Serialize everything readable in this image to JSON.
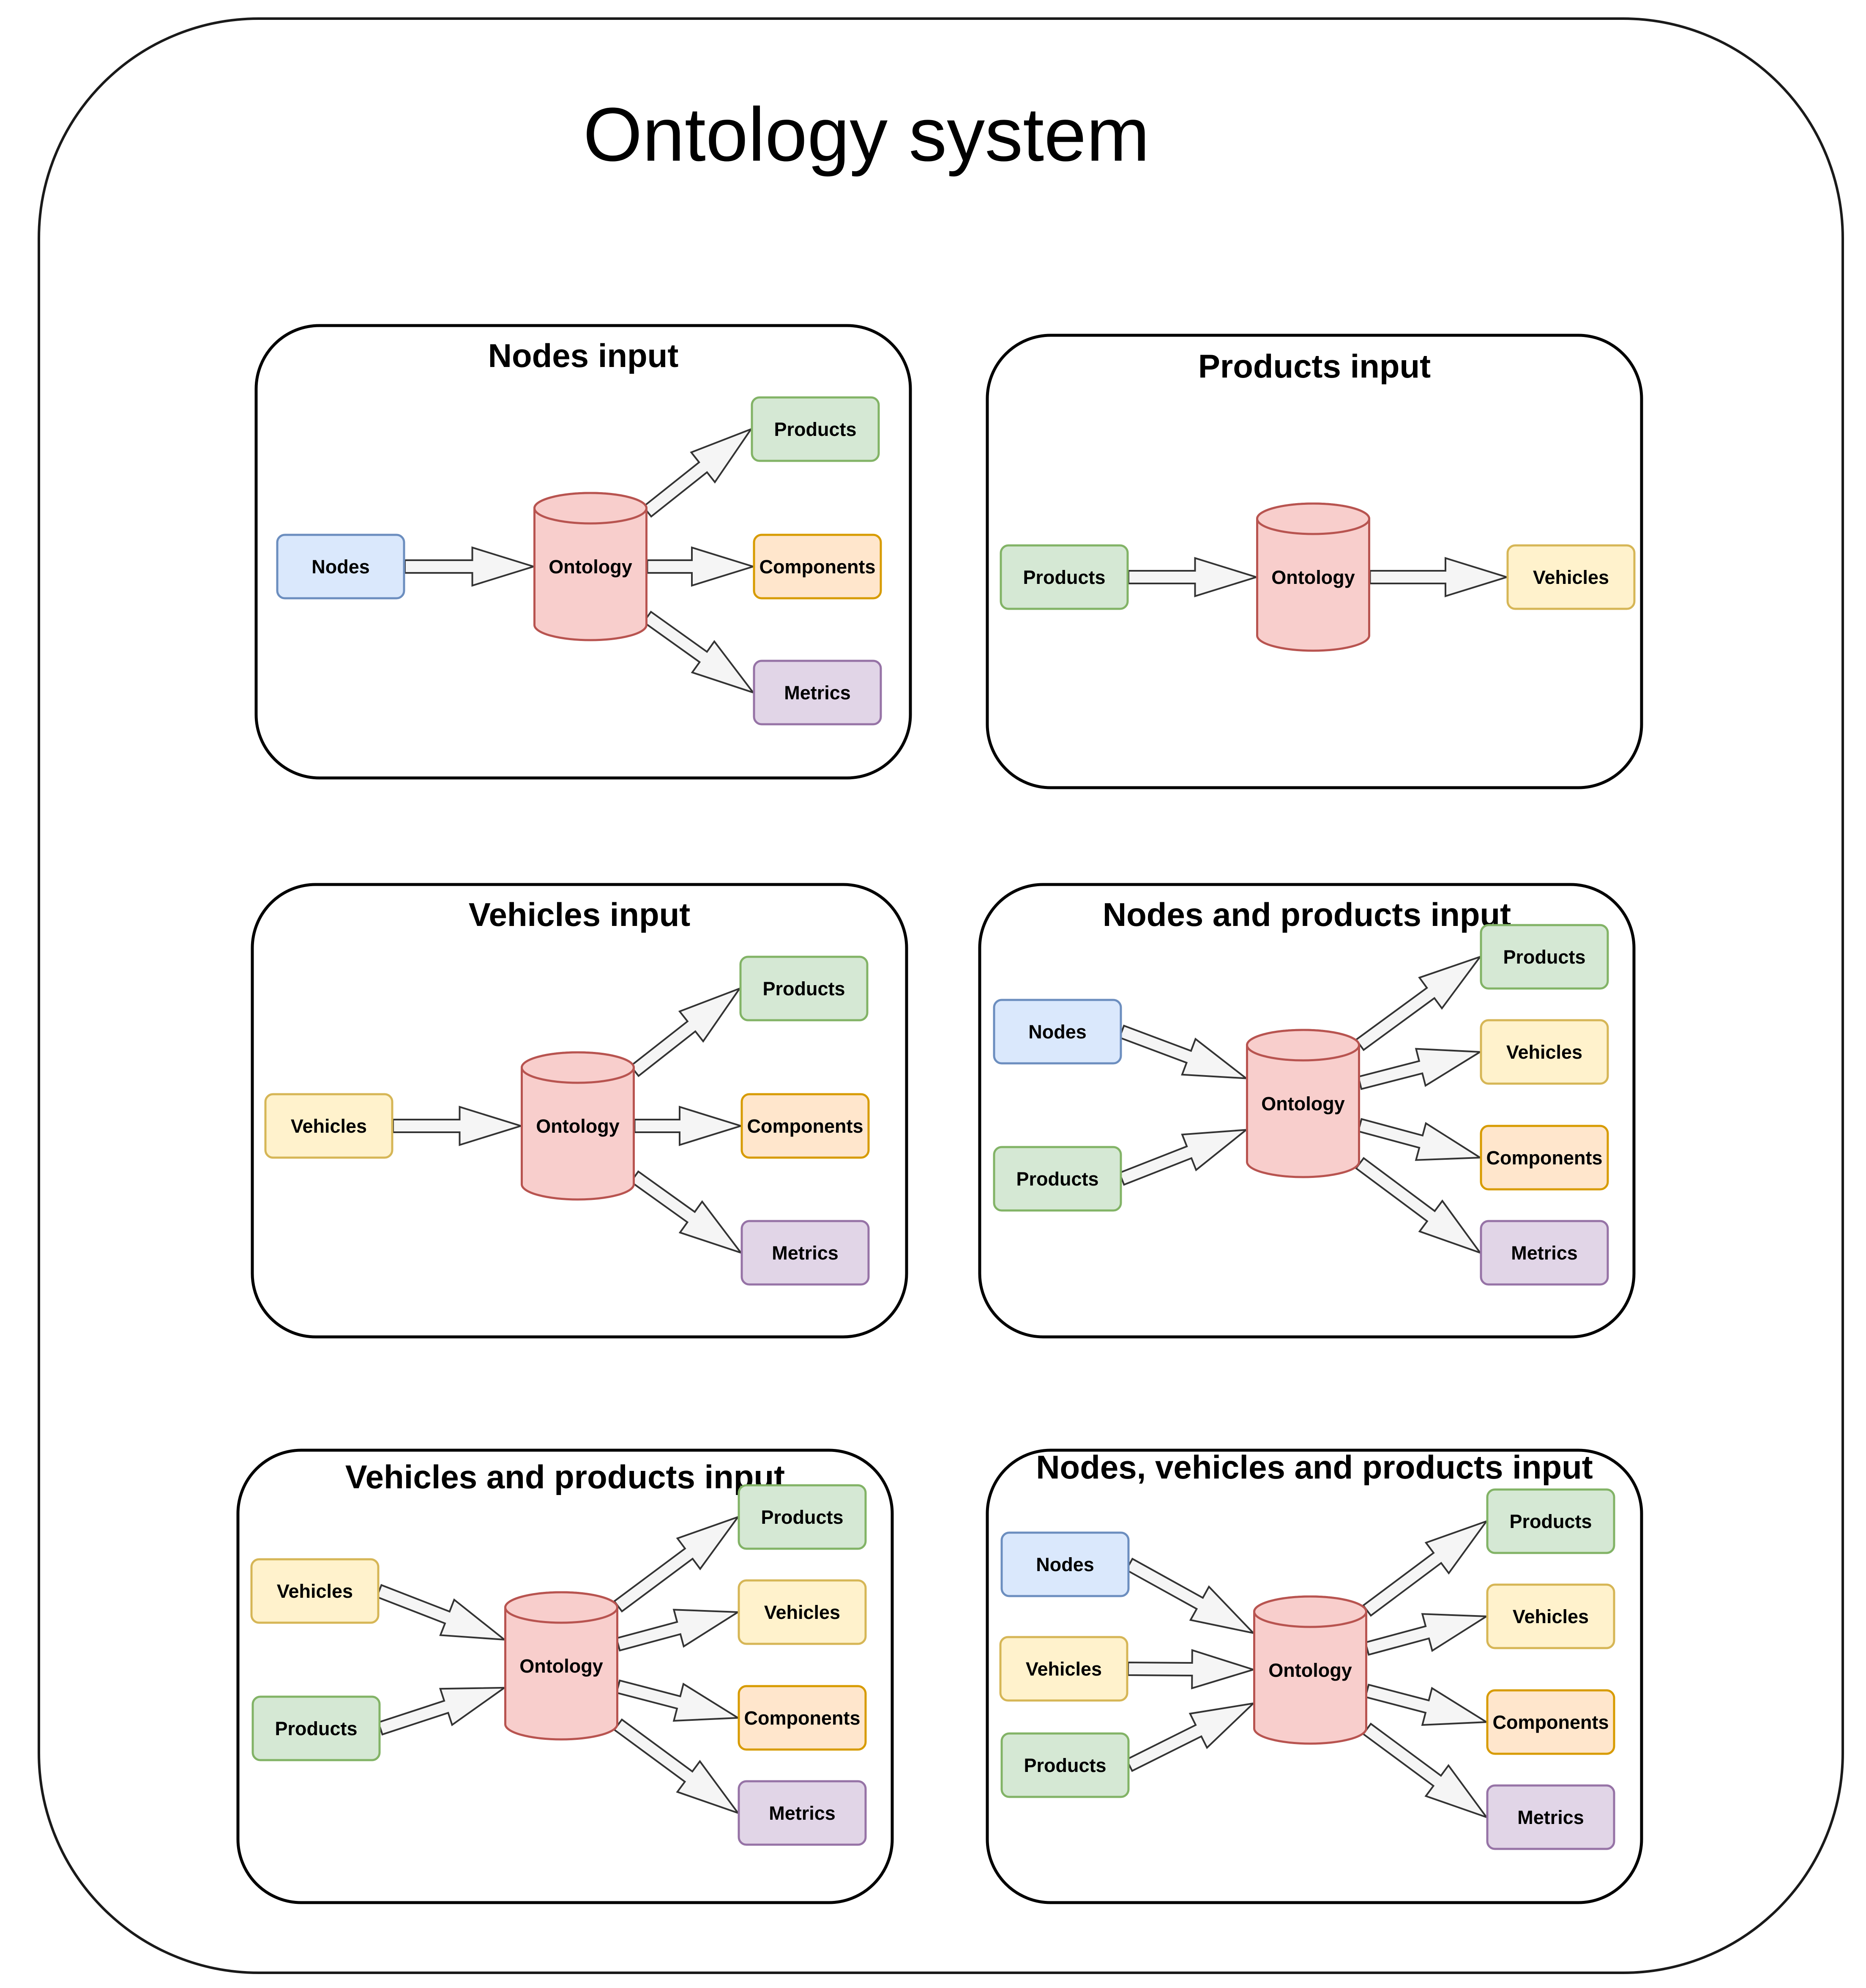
{
  "title": "Ontology system",
  "colors": {
    "Nodes": {
      "fill": "#dae8fc",
      "stroke": "#6c8ebf"
    },
    "Products": {
      "fill": "#d5e8d4",
      "stroke": "#82b366"
    },
    "Vehicles": {
      "fill": "#fff2cc",
      "stroke": "#d6b656"
    },
    "Components": {
      "fill": "#ffe6cc",
      "stroke": "#d79b00"
    },
    "Metrics": {
      "fill": "#e1d5e7",
      "stroke": "#9673a6"
    },
    "Ontology": {
      "fill": "#f8cecc",
      "stroke": "#b85450"
    }
  },
  "center_label": "Ontology",
  "panels": [
    {
      "title": "Nodes input",
      "inputs": [
        "Nodes"
      ],
      "outputs": [
        "Products",
        "Components",
        "Metrics"
      ]
    },
    {
      "title": "Products input",
      "inputs": [
        "Products"
      ],
      "outputs": [
        "Vehicles"
      ]
    },
    {
      "title": "Vehicles input",
      "inputs": [
        "Vehicles"
      ],
      "outputs": [
        "Products",
        "Components",
        "Metrics"
      ]
    },
    {
      "title": "Nodes and products input",
      "inputs": [
        "Nodes",
        "Products"
      ],
      "outputs": [
        "Products",
        "Vehicles",
        "Components",
        "Metrics"
      ]
    },
    {
      "title": "Vehicles and products input",
      "inputs": [
        "Vehicles",
        "Products"
      ],
      "outputs": [
        "Products",
        "Vehicles",
        "Components",
        "Metrics"
      ]
    },
    {
      "title": "Nodes, vehicles and products input",
      "inputs": [
        "Nodes",
        "Vehicles",
        "Products"
      ],
      "outputs": [
        "Products",
        "Vehicles",
        "Components",
        "Metrics"
      ]
    }
  ]
}
